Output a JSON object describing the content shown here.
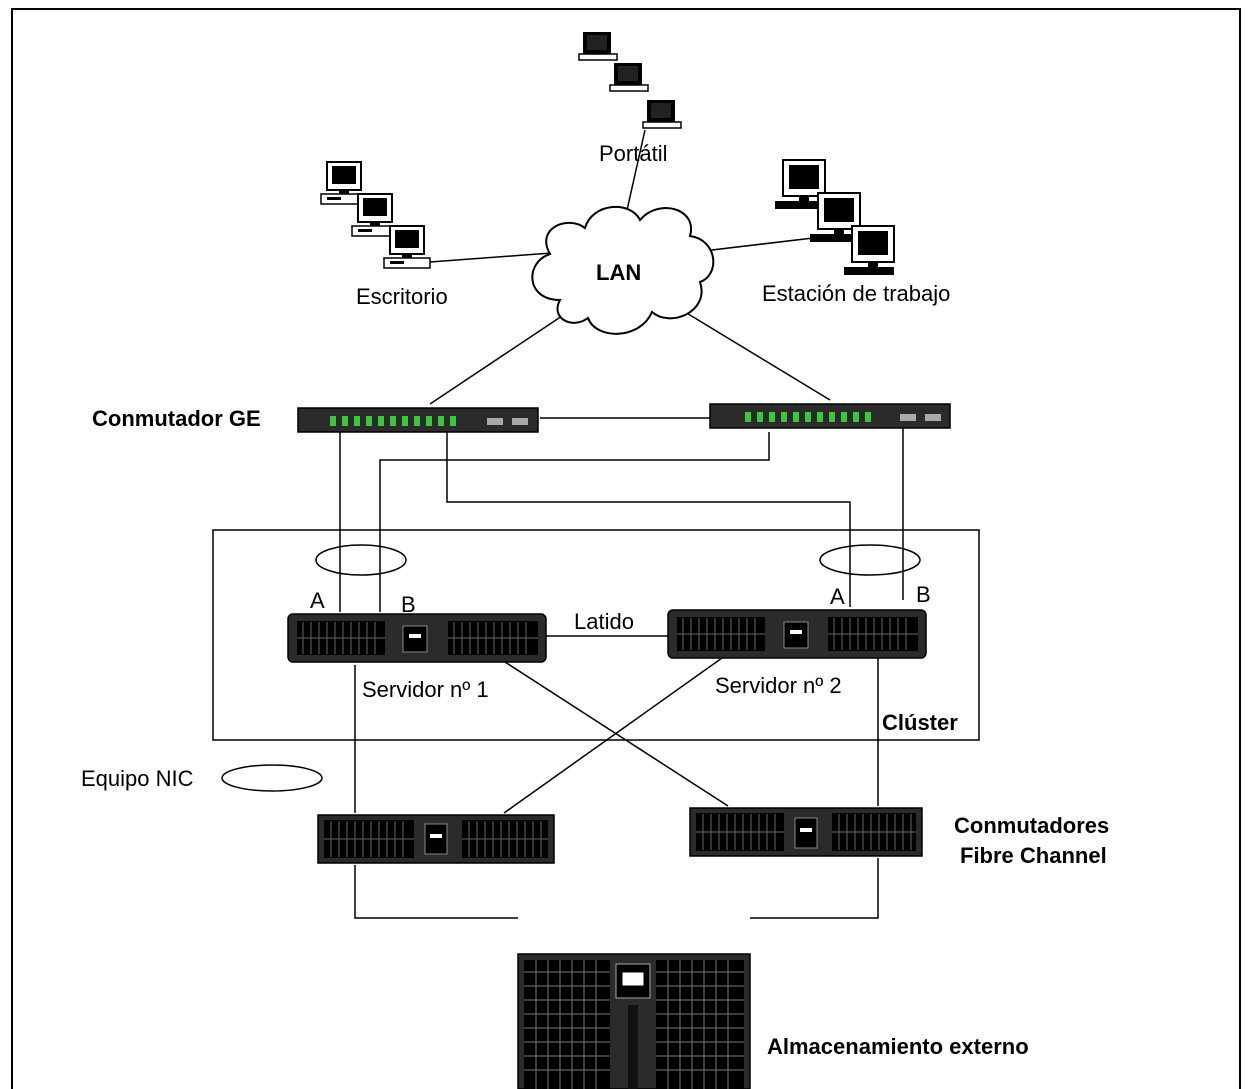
{
  "labels": {
    "laptop": "Portátil",
    "lan": "LAN",
    "desktop": "Escritorio",
    "workstation": "Estación de trabajo",
    "ge_switch": "Conmutador GE",
    "port_a_1": "A",
    "port_b_1": "B",
    "port_a_2": "A",
    "port_b_2": "B",
    "heartbeat": "Latido",
    "server1": "Servidor nº 1",
    "server2": "Servidor nº 2",
    "cluster": "Clúster",
    "nic_team": "Equipo NIC",
    "fc_switches_line1": "Conmutadores",
    "fc_switches_line2": "Fibre Channel",
    "external_storage": "Almacenamiento externo"
  },
  "colors": {
    "line": "#000000",
    "device": "#2b2b2b",
    "port": "#38c838",
    "cloud_fill": "#ffffff"
  }
}
